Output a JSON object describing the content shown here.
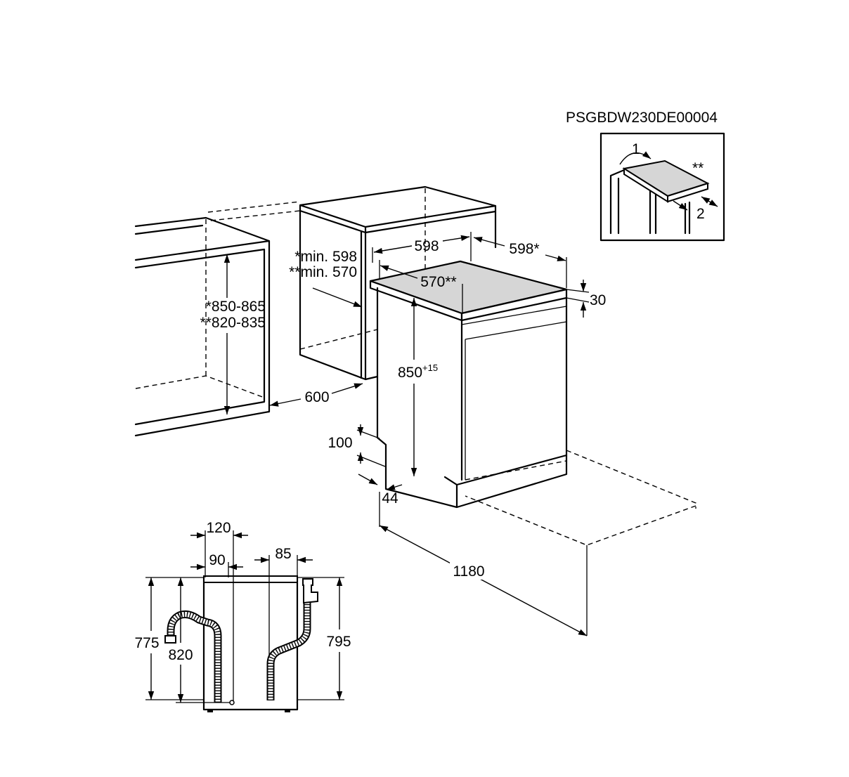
{
  "drawing_code": "PSGBDW230DE00004",
  "inset": {
    "step1": "1",
    "step2": "2",
    "note": "**"
  },
  "dimensions": {
    "niche_width_min_a": "*min. 598",
    "niche_width_min_b": "**min. 570",
    "width": "598",
    "depth": "598*",
    "depth_alt": "570**",
    "worktop": "30",
    "niche_height_a": "*850-865",
    "niche_height_b": "**820-835",
    "height": "850",
    "height_tol": "+15",
    "niche_depth": "600",
    "plinth_height": "100",
    "plinth_depth": "44",
    "door_swing": "1180"
  },
  "hoses": {
    "width_outer": "120",
    "width_inner": "90",
    "inlet_offset": "85",
    "height_left": "775",
    "height_mid": "820",
    "height_right": "795"
  },
  "colors": {
    "line": "#000000",
    "worktop_fill": "#d6d6d6",
    "background": "#ffffff"
  }
}
